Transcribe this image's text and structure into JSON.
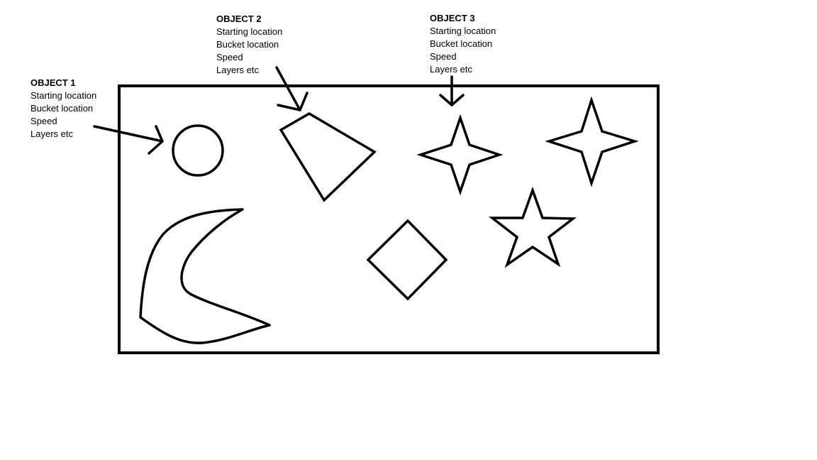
{
  "annotations": [
    {
      "title": "OBJECT 1",
      "lines": [
        "Starting location",
        "Bucket location",
        "Speed",
        "Layers etc"
      ],
      "target": "circle"
    },
    {
      "title": "OBJECT 2",
      "lines": [
        "Starting location",
        "Bucket location",
        "Speed",
        "Layers etc"
      ],
      "target": "trapezoid"
    },
    {
      "title": "OBJECT 3",
      "lines": [
        "Starting location",
        "Bucket location",
        "Speed",
        "Layers etc"
      ],
      "target": "four-point-star"
    }
  ],
  "shapes": [
    "circle",
    "trapezoid",
    "four-point-star",
    "four-point-star",
    "crescent",
    "diamond",
    "five-point-star"
  ],
  "colors": {
    "stroke": "#000000",
    "background": "#ffffff"
  }
}
